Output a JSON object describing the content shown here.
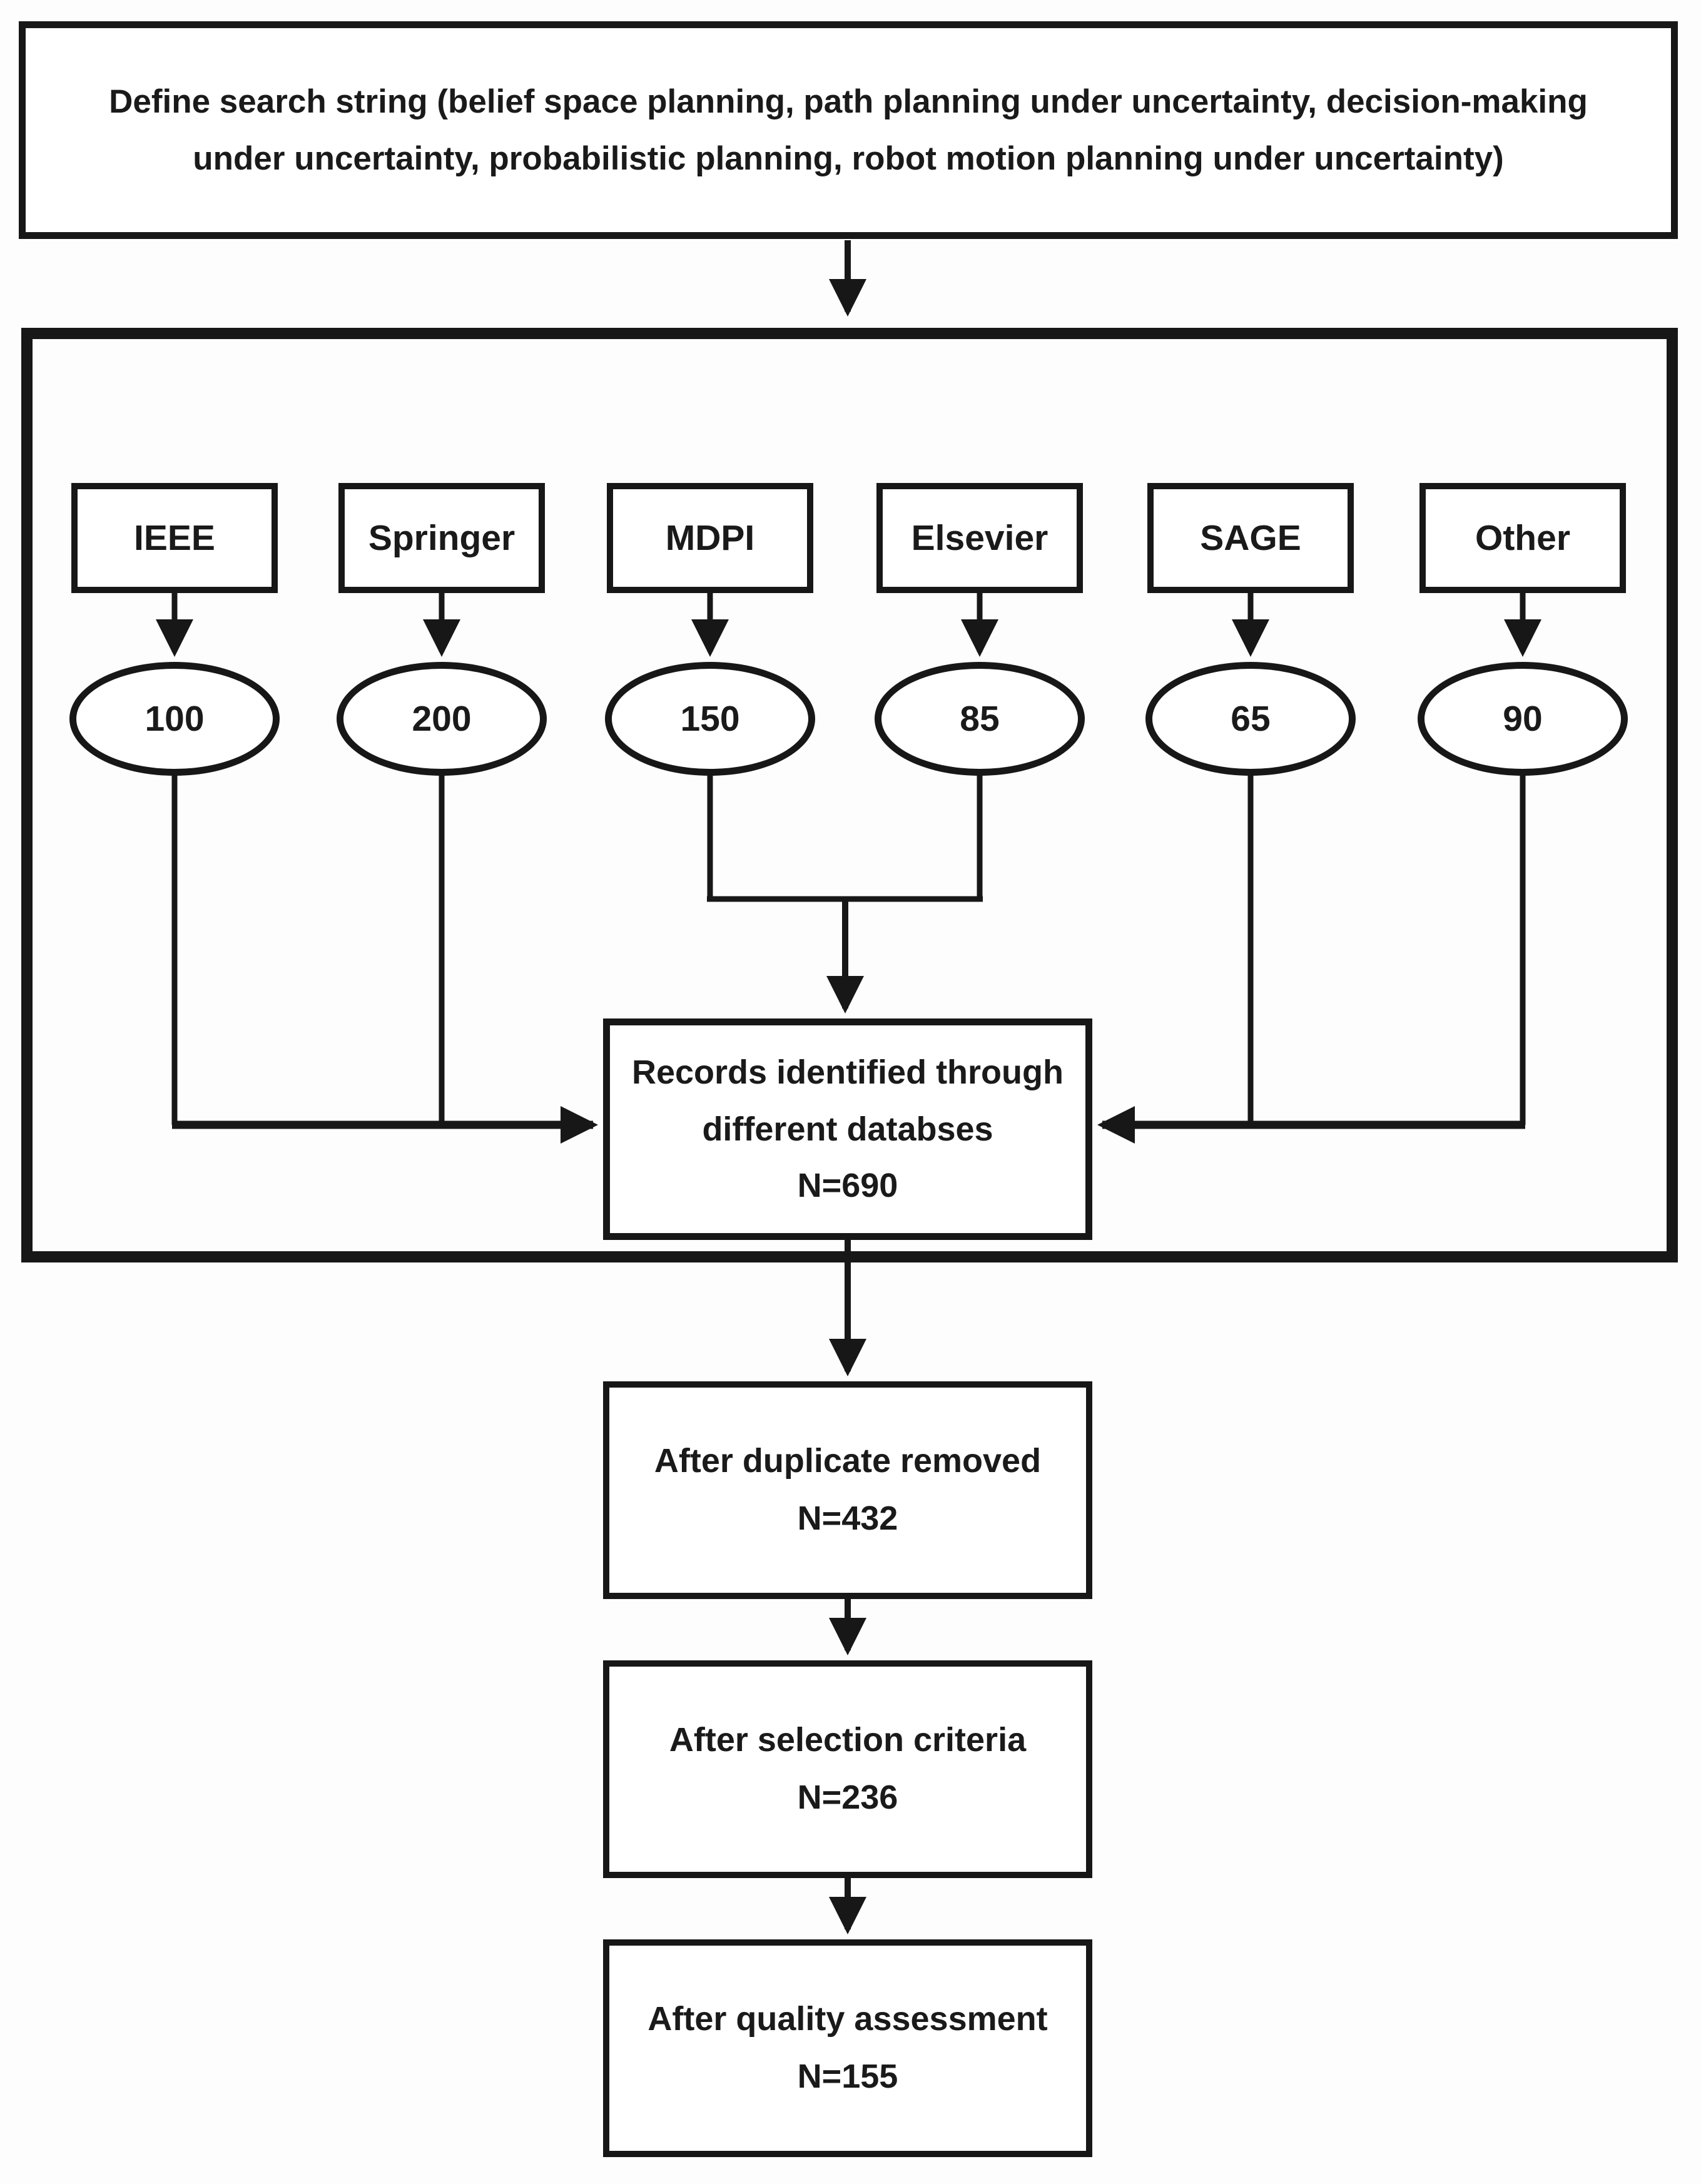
{
  "title_box": {
    "line1": "Define search string (belief space planning, path planning under uncertainty, decision-making",
    "line2": "under uncertainty, probabilistic planning, robot motion planning under uncertainty)"
  },
  "databases": [
    {
      "name": "IEEE",
      "count": "100"
    },
    {
      "name": "Springer",
      "count": "200"
    },
    {
      "name": "MDPI",
      "count": "150"
    },
    {
      "name": "Elsevier",
      "count": "85"
    },
    {
      "name": "SAGE",
      "count": "65"
    },
    {
      "name": "Other",
      "count": "90"
    }
  ],
  "records_box": {
    "line1": "Records identified through",
    "line2": "different databses",
    "line3": "N=690"
  },
  "stages": [
    {
      "label": "After duplicate removed",
      "n": "N=432"
    },
    {
      "label": "After selection criteria",
      "n": "N=236"
    },
    {
      "label": "After quality assessment",
      "n": "N=155"
    }
  ],
  "colors": {
    "line": "#171717",
    "background": "#fdfdfd",
    "node_fill": "#ffffff"
  }
}
